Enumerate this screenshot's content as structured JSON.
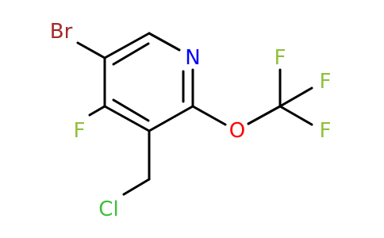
{
  "molecule": {
    "atoms": {
      "br": "Br",
      "n": "N",
      "f_ring": "F",
      "o": "O",
      "f1": "F",
      "f2": "F",
      "f3": "F",
      "cl": "Cl"
    },
    "colors": {
      "bond": "#000000",
      "br": "#A52A2A",
      "n": "#0000FF",
      "o": "#FF0000",
      "f": "#90C03C",
      "cl": "#3CC03C"
    }
  }
}
